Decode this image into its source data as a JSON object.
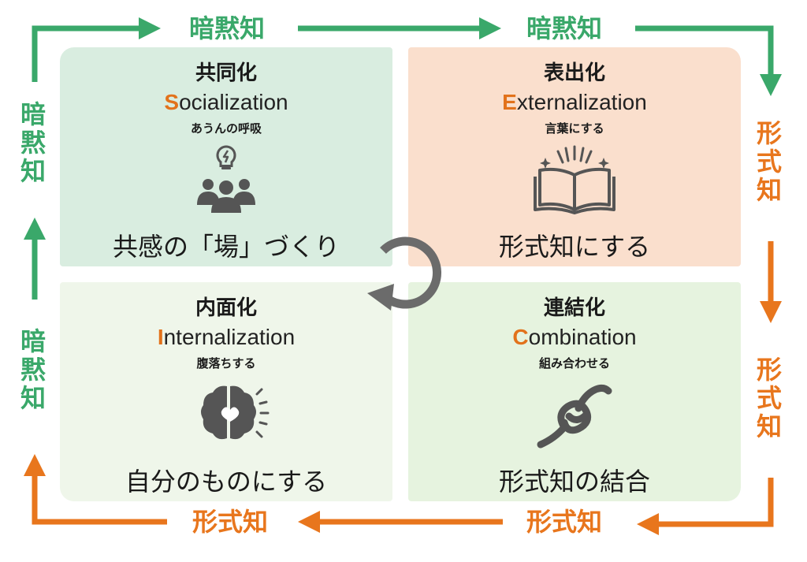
{
  "colors": {
    "green": "#3aa86a",
    "orange": "#e8761d",
    "icon": "#555555"
  },
  "edges": {
    "top_left": "暗黙知",
    "top_right": "暗黙知",
    "right_top": "形式知",
    "right_bottom": "形式知",
    "bottom_right": "形式知",
    "bottom_left": "形式知",
    "left_bottom": "暗黙知",
    "left_top": "暗黙知"
  },
  "quadrants": {
    "socialization": {
      "title": "共同化",
      "en_first": "S",
      "en_rest": "ocialization",
      "subtitle": "あうんの呼吸",
      "main": "共感の「場」づくり",
      "icon": "people-lightbulb-icon"
    },
    "externalization": {
      "title": "表出化",
      "en_first": "E",
      "en_rest": "xternalization",
      "subtitle": "言葉にする",
      "main": "形式知にする",
      "icon": "open-book-icon"
    },
    "internalization": {
      "title": "内面化",
      "en_first": "I",
      "en_rest": "nternalization",
      "subtitle": "腹落ちする",
      "main": "自分のものにする",
      "icon": "brain-heart-icon"
    },
    "combination": {
      "title": "連結化",
      "en_first": "C",
      "en_rest": "ombination",
      "subtitle": "組み合わせる",
      "main": "形式知の結合",
      "icon": "knot-icon"
    }
  }
}
